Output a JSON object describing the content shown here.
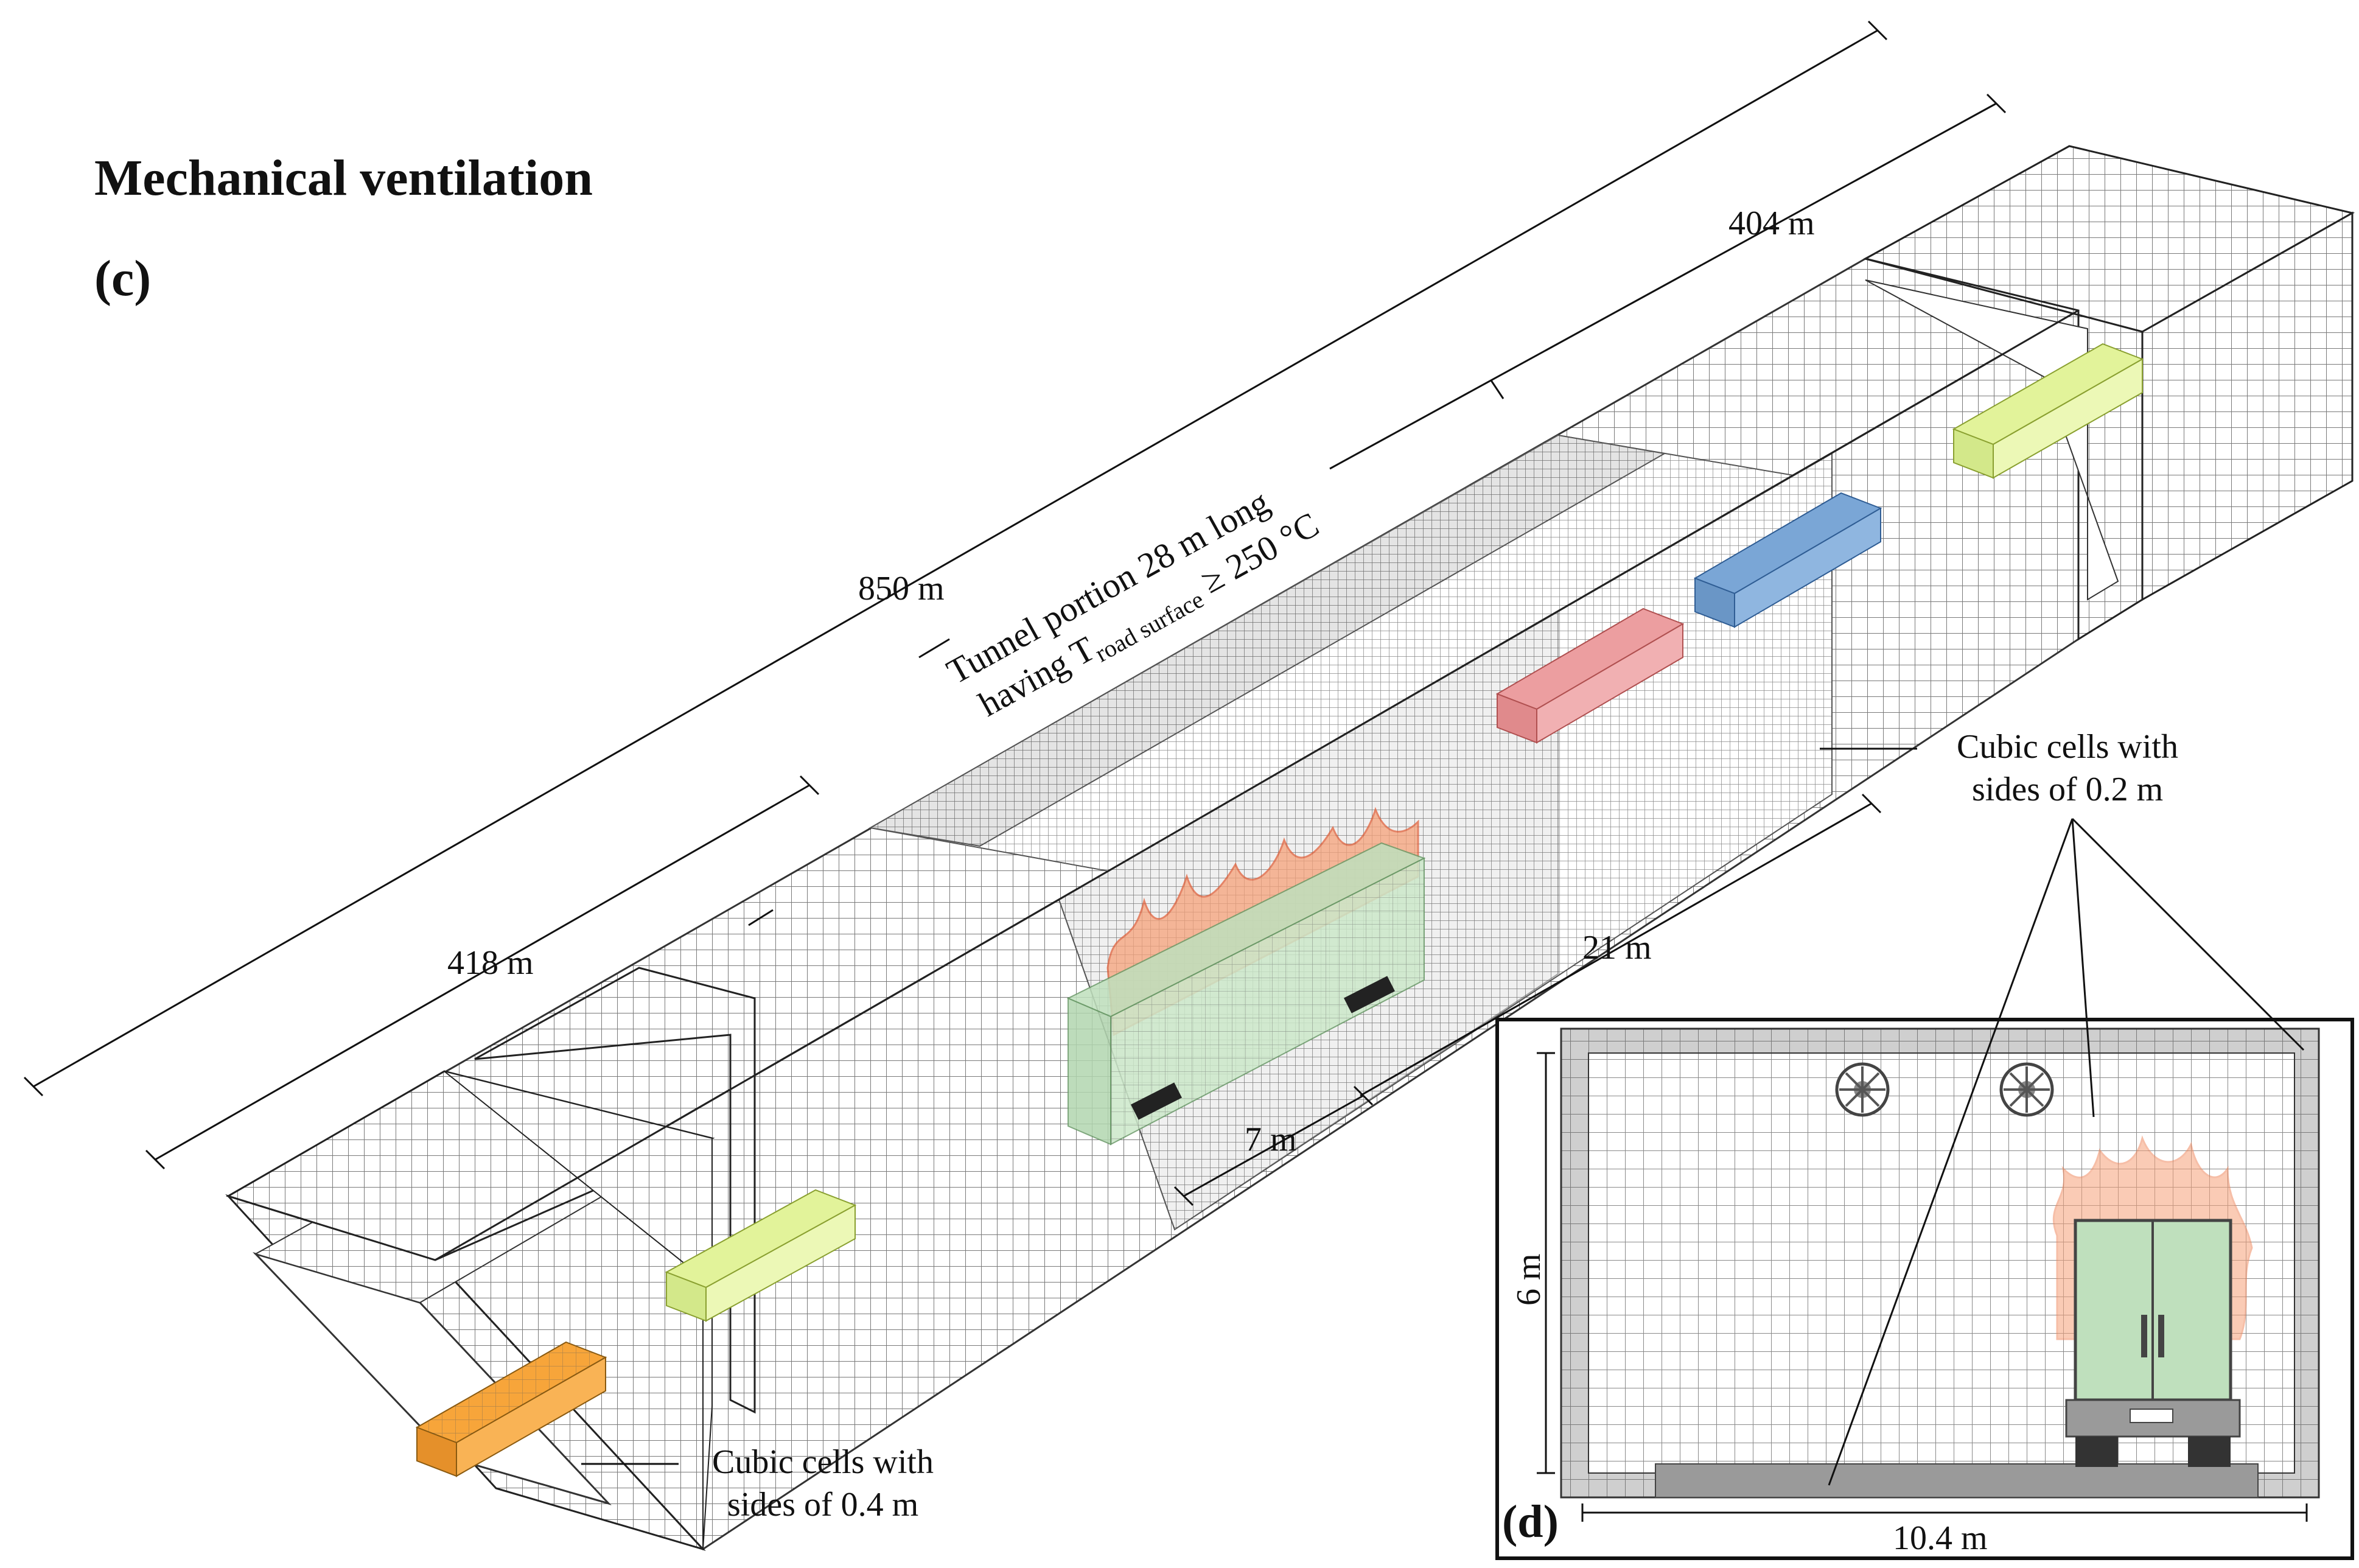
{
  "heading": "Mechanical ventilation",
  "panel_c": "(c)",
  "panel_d": "(d)",
  "dimensions": {
    "total_length": "850 m",
    "upstream_length": "418 m",
    "downstream_length": "404 m",
    "hot_segment": "21 m",
    "fire_segment": "7 m",
    "section_height": "6 m",
    "section_width": "10.4 m"
  },
  "annotations": {
    "hot_zone_line1": "Tunnel portion 28 m long",
    "hot_zone_line2_prefix": "having T",
    "hot_zone_subscript": "road surface",
    "hot_zone_suffix": "≥ 250 °C",
    "fine_cells_line1": "Cubic cells with",
    "fine_cells_line2": "sides of 0.2 m",
    "coarse_cells_line1": "Cubic cells with",
    "coarse_cells_line2": "sides of 0.4 m"
  },
  "colors": {
    "orange_vehicle": "#f7a53a",
    "lime_vehicle": "#e2f39a",
    "red_vehicle": "#ec9ea0",
    "blue_vehicle": "#7aa6d6",
    "truck_green": "#bfe0bd",
    "flame": "#f6a27a",
    "wall_grey": "#c9c9c9"
  }
}
